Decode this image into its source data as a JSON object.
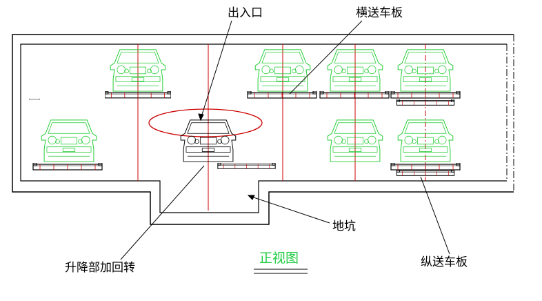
{
  "labels": {
    "entrance": "出入口",
    "transverse_plate": "横送车板",
    "pit": "地坑",
    "lift_rotate": "升降部加回转",
    "view_title": "正视图",
    "longitudinal_plate": "纵送车板"
  },
  "colors": {
    "parked_car": "#22cc33",
    "active_car": "#000000",
    "centerline": "#cc0000",
    "structure": "#000000",
    "title": "#22cc44"
  }
}
